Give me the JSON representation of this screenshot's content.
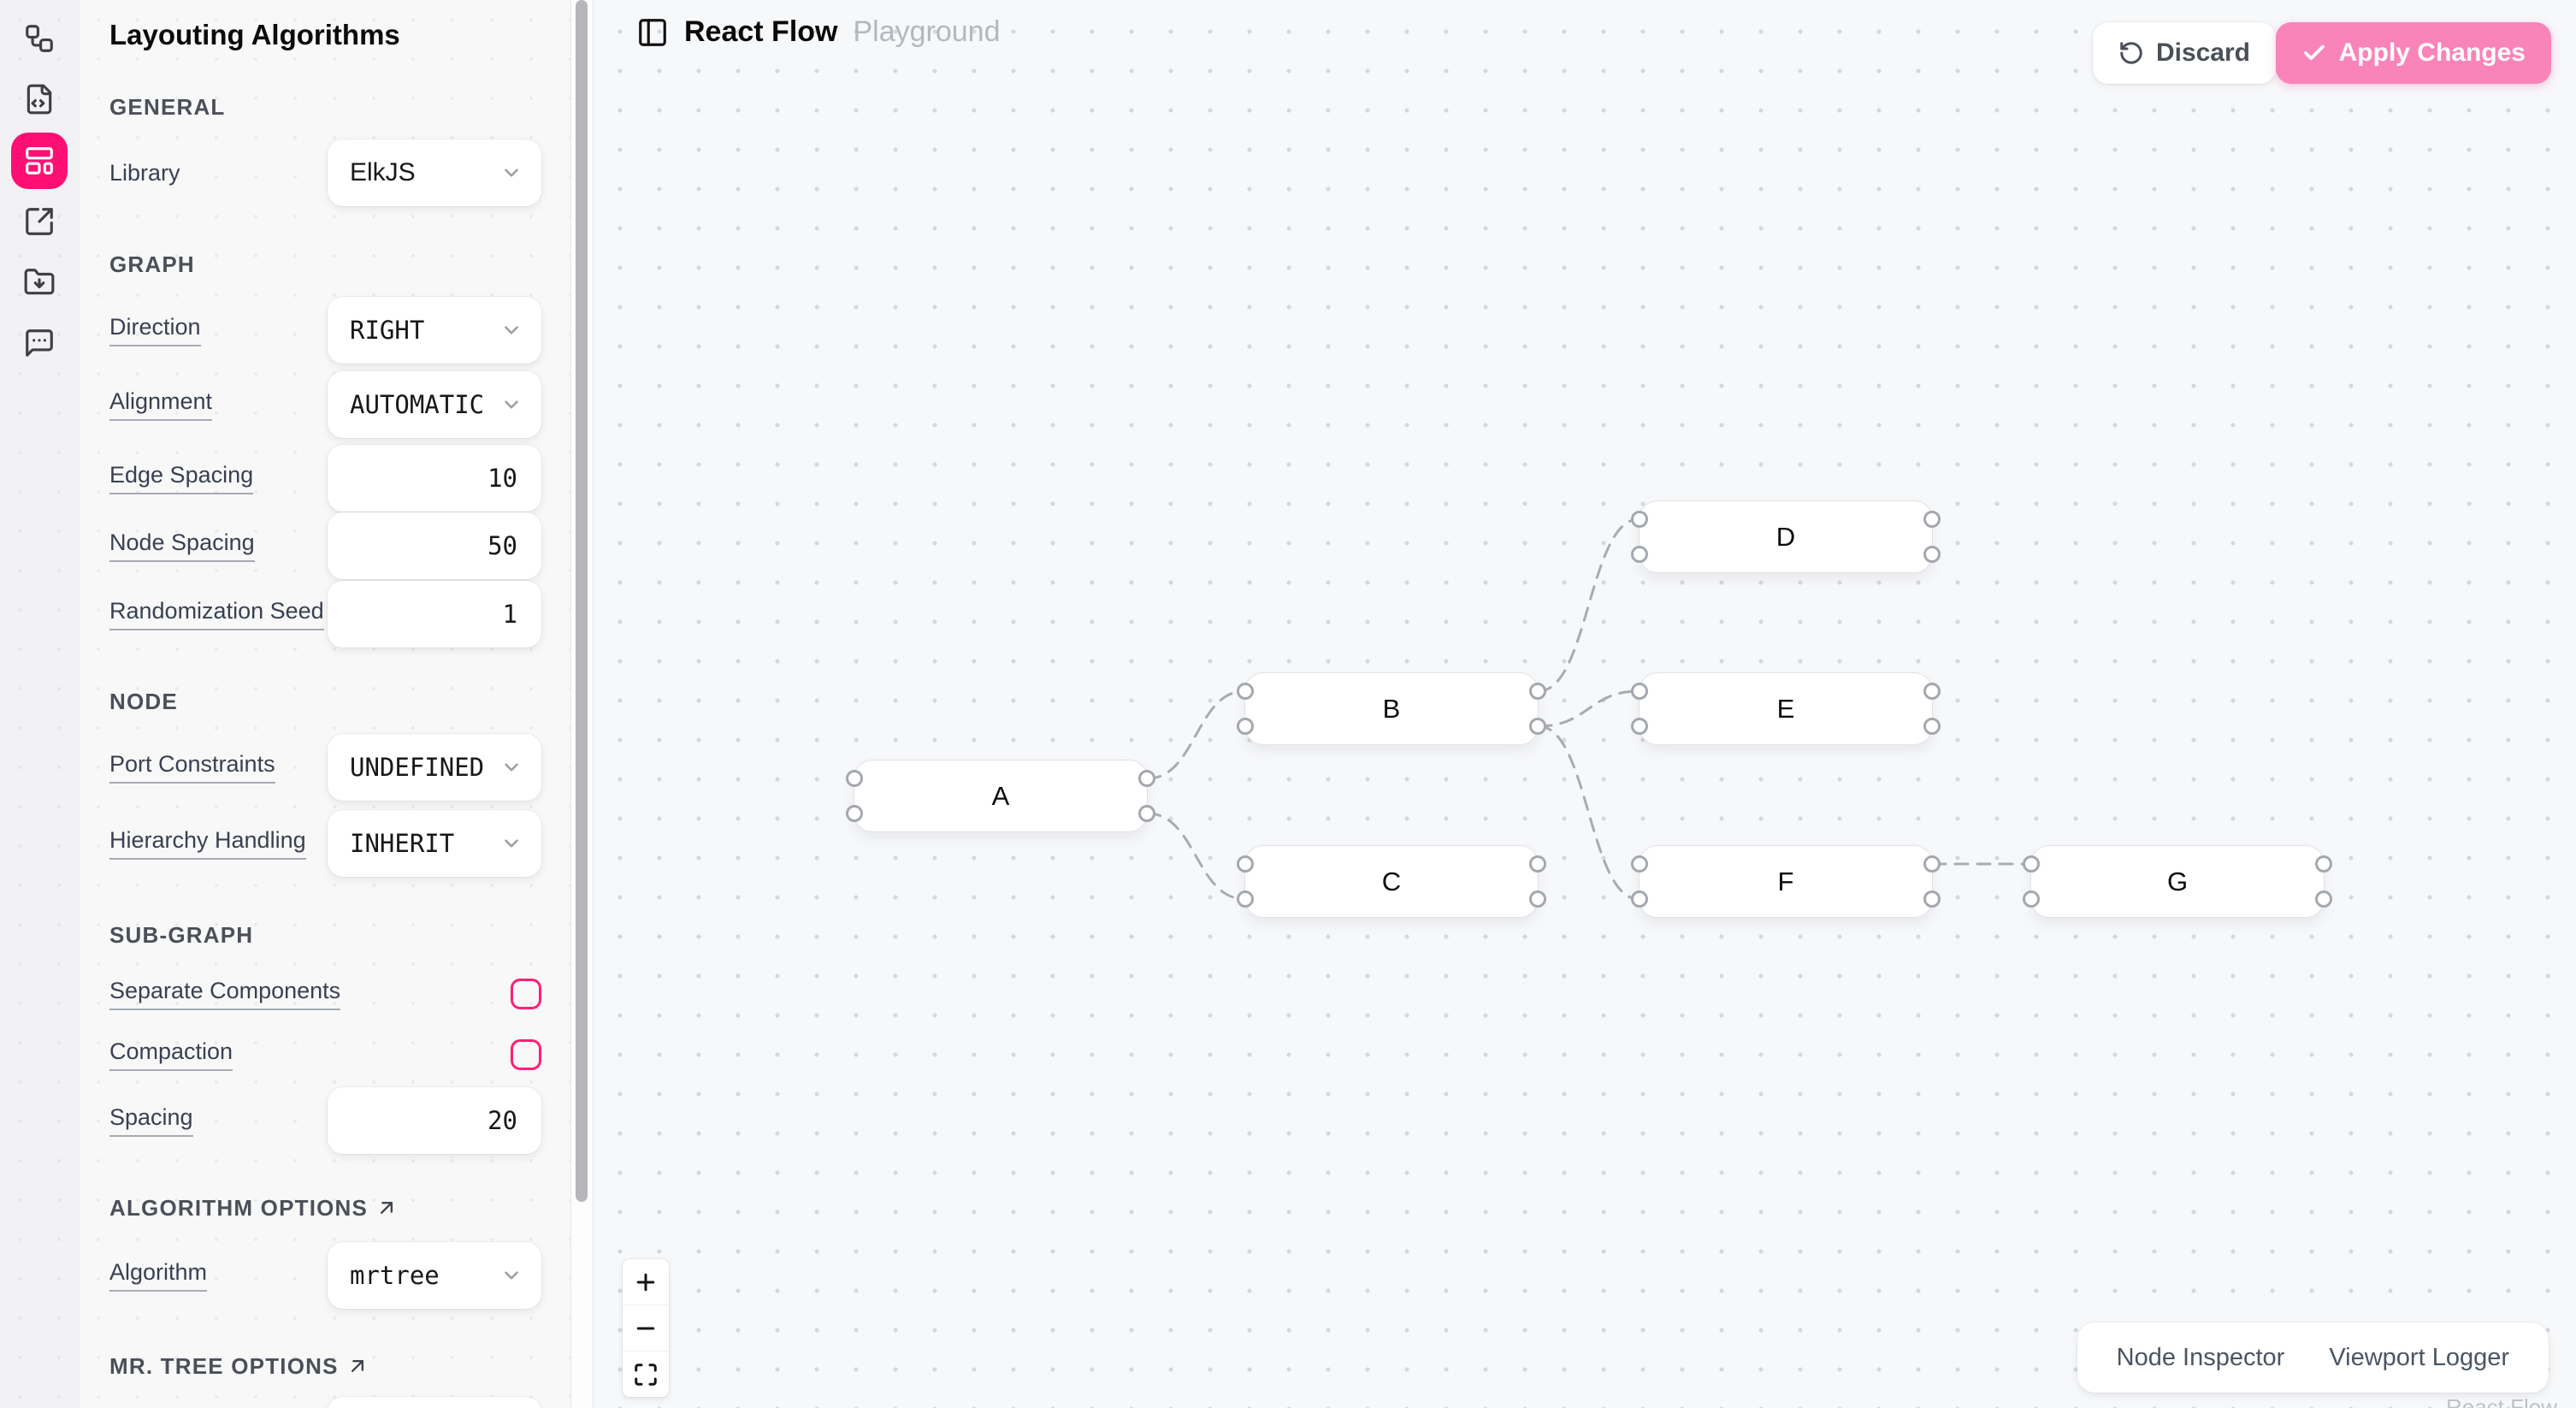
{
  "rail": {
    "items": [
      {
        "icon": "workflow-icon",
        "active": false
      },
      {
        "icon": "file-code-icon",
        "active": false
      },
      {
        "icon": "layout-panel-icon",
        "active": true
      },
      {
        "icon": "external-link-icon",
        "active": false
      },
      {
        "icon": "folder-down-icon",
        "active": false
      },
      {
        "icon": "message-more-icon",
        "active": false
      }
    ]
  },
  "sidebar": {
    "title": "Layouting Algorithms",
    "general_header": "GENERAL",
    "library": {
      "label": "Library",
      "value": "ElkJS"
    },
    "graph_header": "GRAPH",
    "direction": {
      "label": "Direction",
      "value": "RIGHT"
    },
    "alignment": {
      "label": "Alignment",
      "value": "AUTOMATIC"
    },
    "edge_spacing": {
      "label": "Edge Spacing",
      "value": "10"
    },
    "node_spacing": {
      "label": "Node Spacing",
      "value": "50"
    },
    "randomization_seed": {
      "label": "Randomization Seed",
      "value": "1"
    },
    "node_header": "NODE",
    "port_constraints": {
      "label": "Port Constraints",
      "value": "UNDEFINED"
    },
    "hierarchy_handling": {
      "label": "Hierarchy Handling",
      "value": "INHERIT"
    },
    "subgraph_header": "SUB-GRAPH",
    "separate_components": {
      "label": "Separate Components",
      "checked": false
    },
    "compaction": {
      "label": "Compaction",
      "checked": false
    },
    "spacing": {
      "label": "Spacing",
      "value": "20"
    },
    "algorithm_options_header": "ALGORITHM OPTIONS",
    "algorithm": {
      "label": "Algorithm",
      "value": "mrtree"
    },
    "mrtree_options_header": "MR. TREE OPTIONS"
  },
  "header": {
    "title": "React Flow",
    "subtitle": "Playground",
    "discard_label": "Discard",
    "apply_label": "Apply Changes"
  },
  "canvas": {
    "nodes": [
      {
        "id": "A",
        "label": "A"
      },
      {
        "id": "B",
        "label": "B"
      },
      {
        "id": "C",
        "label": "C"
      },
      {
        "id": "D",
        "label": "D"
      },
      {
        "id": "E",
        "label": "E"
      },
      {
        "id": "F",
        "label": "F"
      },
      {
        "id": "G",
        "label": "G"
      }
    ],
    "edges": [
      {
        "source": "A",
        "target": "B"
      },
      {
        "source": "A",
        "target": "C"
      },
      {
        "source": "B",
        "target": "D"
      },
      {
        "source": "B",
        "target": "E"
      },
      {
        "source": "B",
        "target": "F"
      },
      {
        "source": "F",
        "target": "G"
      }
    ]
  },
  "overlays": {
    "node_inspector": "Node Inspector",
    "viewport_logger": "Viewport Logger",
    "attribution": "React Flow"
  },
  "colors": {
    "accent": "#ff0f73",
    "apply_button": "#f884ba",
    "edge": "#a9abb0",
    "canvas_dot": "#d5d7db"
  }
}
